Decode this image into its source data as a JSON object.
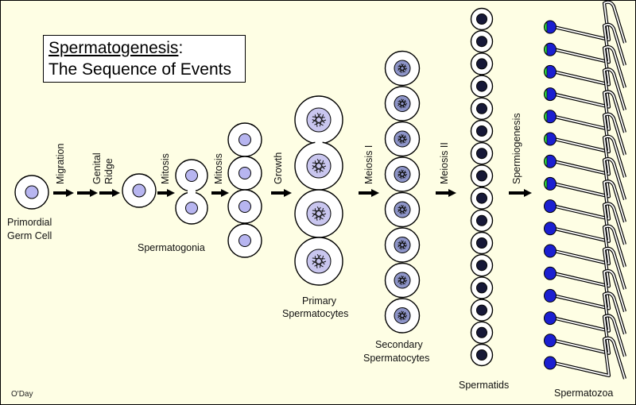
{
  "title": {
    "main": "Spermatogenesis",
    "colon": ":",
    "subtitle": "The Sequence of Events"
  },
  "credit": "O'Day",
  "steps": {
    "migration": "Migration",
    "genital": "Genital",
    "ridge": "Ridge",
    "mitosis_1": "Mitosis",
    "mitosis_2": "Mitosis",
    "growth": "Growth",
    "meiosis_1": "Meiosis I",
    "meiosis_2": "Meiosis II",
    "spermiogenesis": "Spermiogenesis"
  },
  "stages": {
    "primordial_line1": "Primordial",
    "primordial_line2": "Germ Cell",
    "spermatogonia": "Spermatogonia",
    "primary_line1": "Primary",
    "primary_line2": "Spermatocytes",
    "secondary_line1": "Secondary",
    "secondary_line2": "Spermatocytes",
    "spermatids": "Spermatids",
    "spermatozoa": "Spermatozoa"
  },
  "colors": {
    "background": "#fefee4",
    "cell_fill": "#ffffff",
    "nucleus_light": "#b7b5f0",
    "nucleus_dark": "#161838",
    "sperm_head": "#1b1fd0",
    "acrosome": "#2ecc40",
    "arrow": "#000000"
  }
}
